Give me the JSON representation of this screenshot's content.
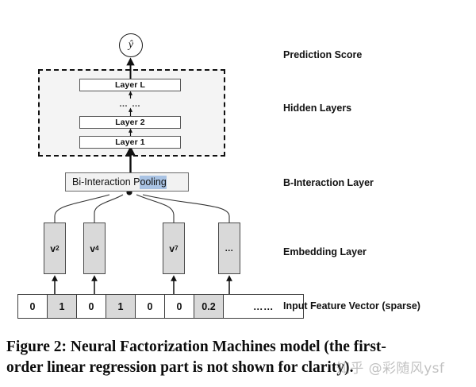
{
  "figure": {
    "caption_line1": "Figure 2:  Neural Factorization Machines model (the first-",
    "caption_line2": "order linear regression part is not shown for clarity).",
    "watermark": "知乎 @彩随风ysf"
  },
  "prediction": {
    "node_label": "ŷ"
  },
  "hidden_layers": {
    "boxes": [
      {
        "label": "Layer L"
      },
      {
        "label": "Layer 2"
      },
      {
        "label": "Layer 1"
      }
    ],
    "ellipsis": "… …"
  },
  "pooling": {
    "text_plain": "Bi-Interaction P",
    "text_selected": "ooling",
    "selection_color": "#a9c3e4"
  },
  "embedding": {
    "boxes": [
      {
        "symbol": "v",
        "sub": "2"
      },
      {
        "symbol": "v",
        "sub": "4"
      },
      {
        "symbol": "v",
        "sub": "7"
      },
      {
        "symbol": "…",
        "sub": ""
      }
    ]
  },
  "input_vector": {
    "cells": [
      {
        "value": "0",
        "filled": false
      },
      {
        "value": "1",
        "filled": true
      },
      {
        "value": "0",
        "filled": false
      },
      {
        "value": "1",
        "filled": true
      },
      {
        "value": "0",
        "filled": false
      },
      {
        "value": "0",
        "filled": false
      },
      {
        "value": "0.2",
        "filled": true
      },
      {
        "value": "……",
        "filled": false
      }
    ]
  },
  "stage_labels": {
    "prediction_score": "Prediction Score",
    "hidden_layers": "Hidden Layers",
    "b_interaction_layer": "B-Interaction Layer",
    "embedding_layer": "Embedding Layer",
    "input_feature_vector": "Input Feature Vector (sparse)"
  },
  "colors": {
    "fill_gray": "#d9d9d9",
    "panel_gray": "#f4f4f4",
    "stroke": "#3d3d3d",
    "selection_blue": "#a9c3e4"
  }
}
